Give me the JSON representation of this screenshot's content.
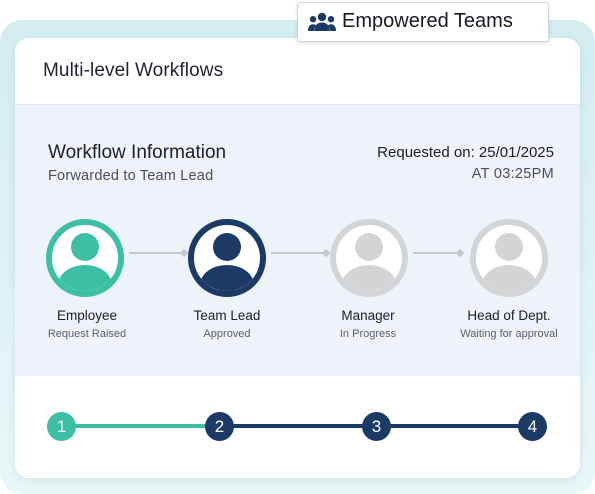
{
  "badge": {
    "label": "Empowered Teams",
    "icon": "users-icon"
  },
  "card": {
    "title": "Multi-level Workflows"
  },
  "info": {
    "title": "Workflow Information",
    "subtitle": "Forwarded to Team Lead",
    "requested_on": "Requested on: 25/01/2025",
    "time": "AT 03:25PM"
  },
  "steps": [
    {
      "name": "Employee",
      "status": "Request Raised",
      "icon": "user-avatar-icon",
      "state": "done"
    },
    {
      "name": "Team Lead",
      "status": "Approved",
      "icon": "user-avatar-icon",
      "state": "current"
    },
    {
      "name": "Manager",
      "status": "In Progress",
      "icon": "user-avatar-icon",
      "state": "pending"
    },
    {
      "name": "Head of Dept.",
      "status": "Waiting for approval",
      "icon": "user-avatar-icon",
      "state": "pending"
    }
  ],
  "progress": {
    "markers": [
      "1",
      "2",
      "3",
      "4"
    ],
    "completed_steps": 1,
    "colors": {
      "done": "#3dbfa6",
      "active": "#1c3a66",
      "inactive": "#d3d4d6"
    }
  }
}
